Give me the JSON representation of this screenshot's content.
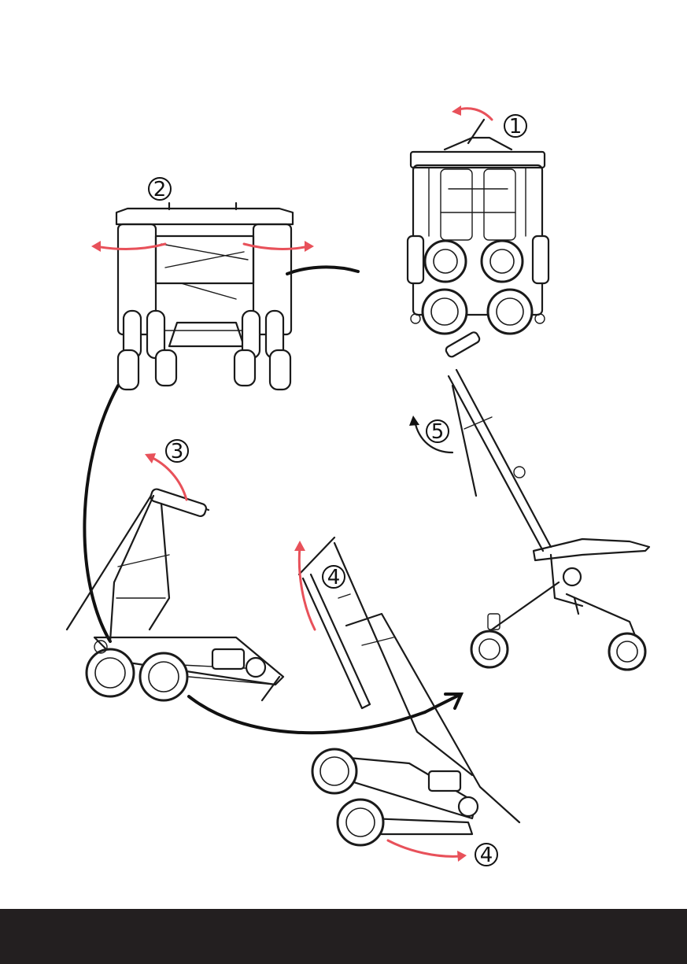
{
  "colors": {
    "background": "#ffffff",
    "line_art": "#1a1a1a",
    "action_arrow": "#e8515a",
    "flow_arrow": "#111111",
    "footer_bar": "#231f20"
  },
  "steps": {
    "step1": "①",
    "step2": "②",
    "step3": "③",
    "step4a": "④",
    "step4b": "④",
    "step5": "⑤"
  },
  "illustrations": [
    "stroller-folded-front-view",
    "stroller-front-view-side-release",
    "stroller-side-view-handle-fold",
    "stroller-side-view-frame-unfold",
    "stroller-unfolded-side-view"
  ]
}
